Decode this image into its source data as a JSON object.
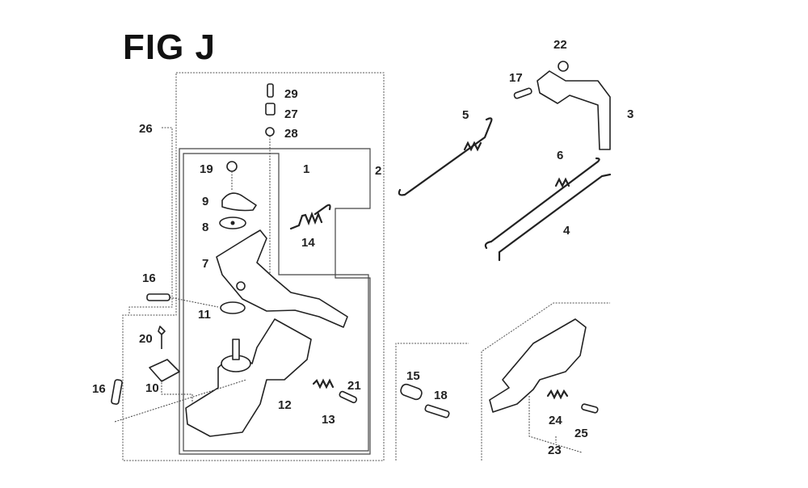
{
  "figure": {
    "title": "FIG J",
    "part_labels": [
      "29",
      "27",
      "28",
      "26",
      "1",
      "2",
      "19",
      "9",
      "8",
      "14",
      "7",
      "16",
      "11",
      "20",
      "10",
      "16",
      "12",
      "13",
      "21",
      "5",
      "22",
      "17",
      "3",
      "6",
      "4",
      "15",
      "18",
      "24",
      "25",
      "23"
    ]
  }
}
